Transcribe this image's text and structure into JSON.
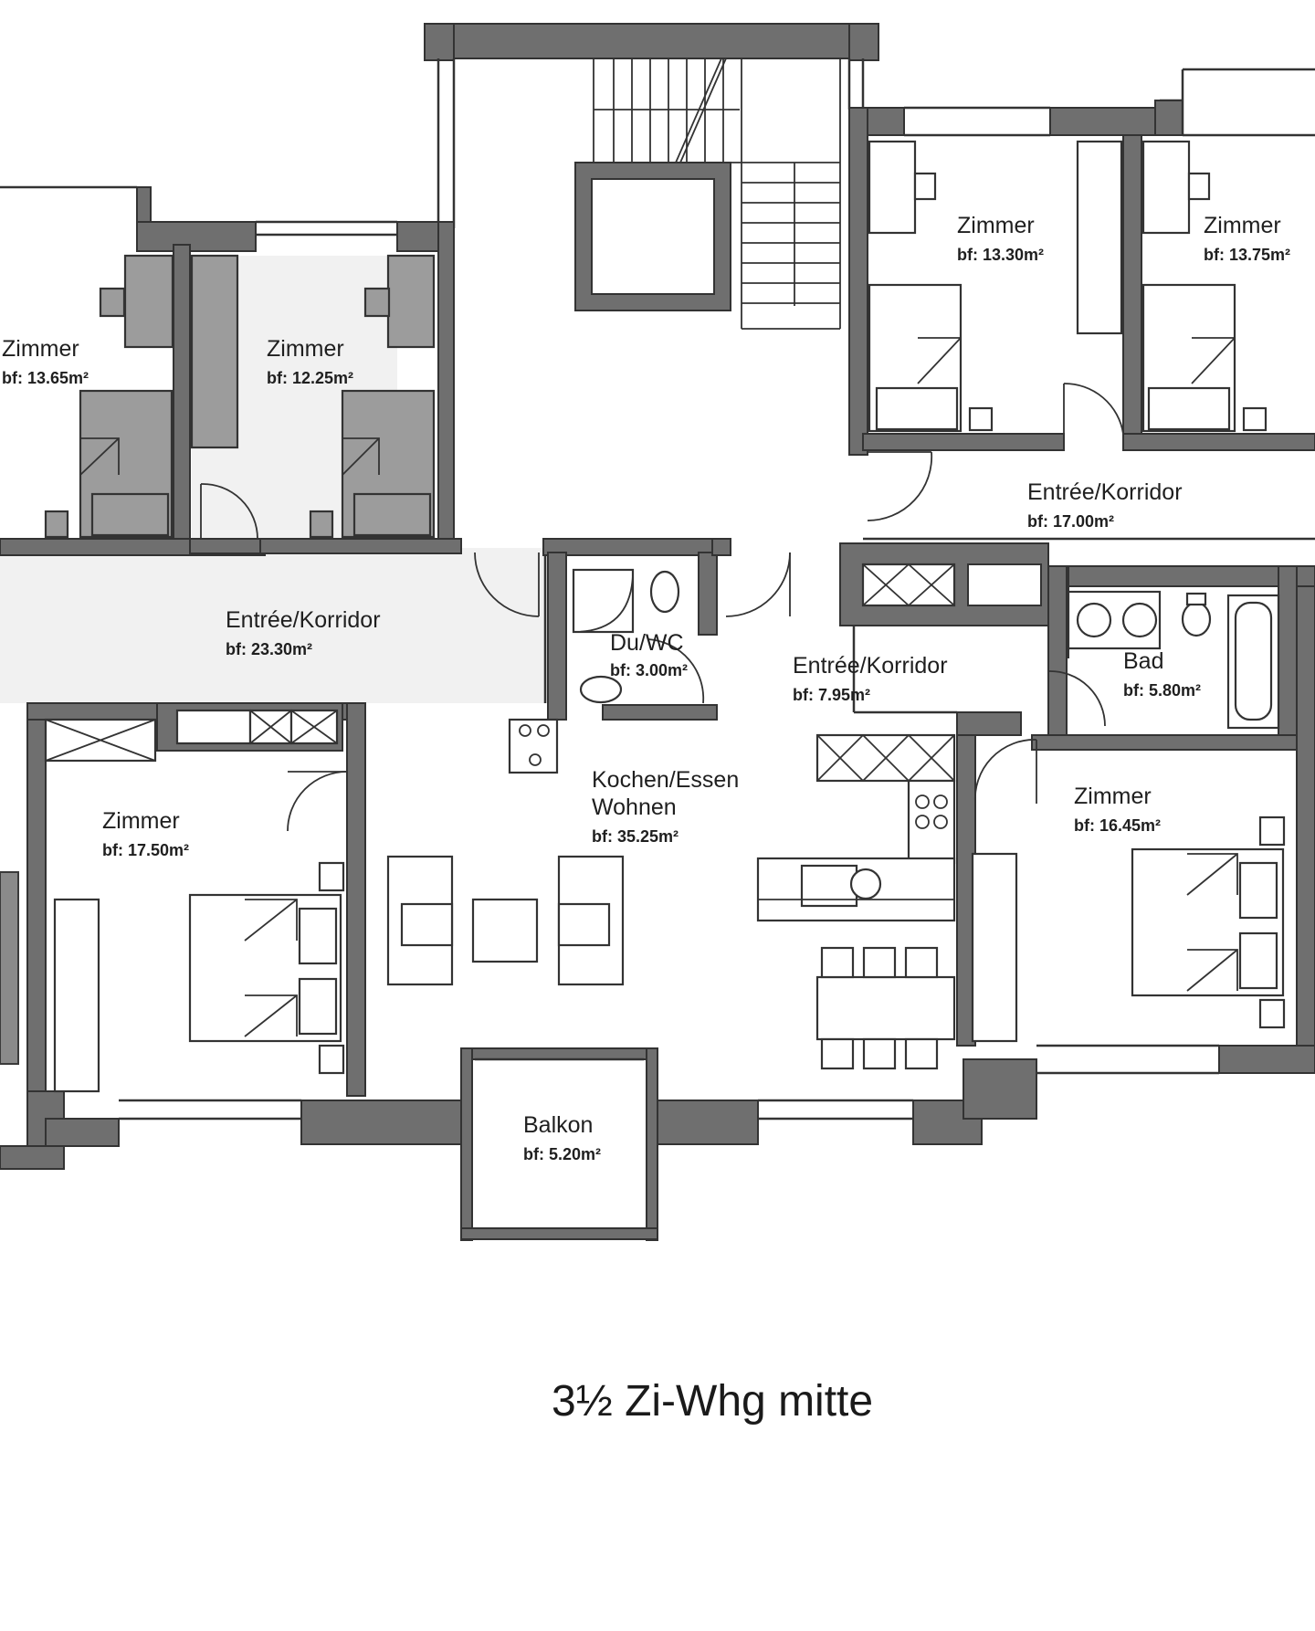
{
  "title": "3½ Zi-Whg mitte",
  "area_prefix": "bf:",
  "colors": {
    "wall": "#6f6f6f",
    "line": "#333333",
    "background": "#ffffff",
    "speckle": "#f1f1f1"
  },
  "rooms": [
    {
      "id": "zimmer-left-1",
      "name": "Zimmer",
      "area": "13.65m²"
    },
    {
      "id": "zimmer-left-2",
      "name": "Zimmer",
      "area": "12.25m²"
    },
    {
      "id": "zimmer-top-right-1",
      "name": "Zimmer",
      "area": "13.30m²"
    },
    {
      "id": "zimmer-top-right-2",
      "name": "Zimmer",
      "area": "13.75m²"
    },
    {
      "id": "entree-korridor-right",
      "name": "Entrée/Korridor",
      "area": "17.00m²"
    },
    {
      "id": "entree-korridor-left",
      "name": "Entrée/Korridor",
      "area": "23.30m²"
    },
    {
      "id": "du-wc",
      "name": "Du/WC",
      "area": "3.00m²"
    },
    {
      "id": "entree-korridor-mid",
      "name": "Entrée/Korridor",
      "area": "7.95m²"
    },
    {
      "id": "bad",
      "name": "Bad",
      "area": "5.80m²"
    },
    {
      "id": "kochen-essen-wohnen",
      "name": "Kochen/Essen",
      "name_line2": "Wohnen",
      "area": "35.25m²"
    },
    {
      "id": "zimmer-main-left",
      "name": "Zimmer",
      "area": "17.50m²"
    },
    {
      "id": "zimmer-main-right",
      "name": "Zimmer",
      "area": "16.45m²"
    },
    {
      "id": "balkon",
      "name": "Balkon",
      "area": "5.20m²"
    }
  ]
}
